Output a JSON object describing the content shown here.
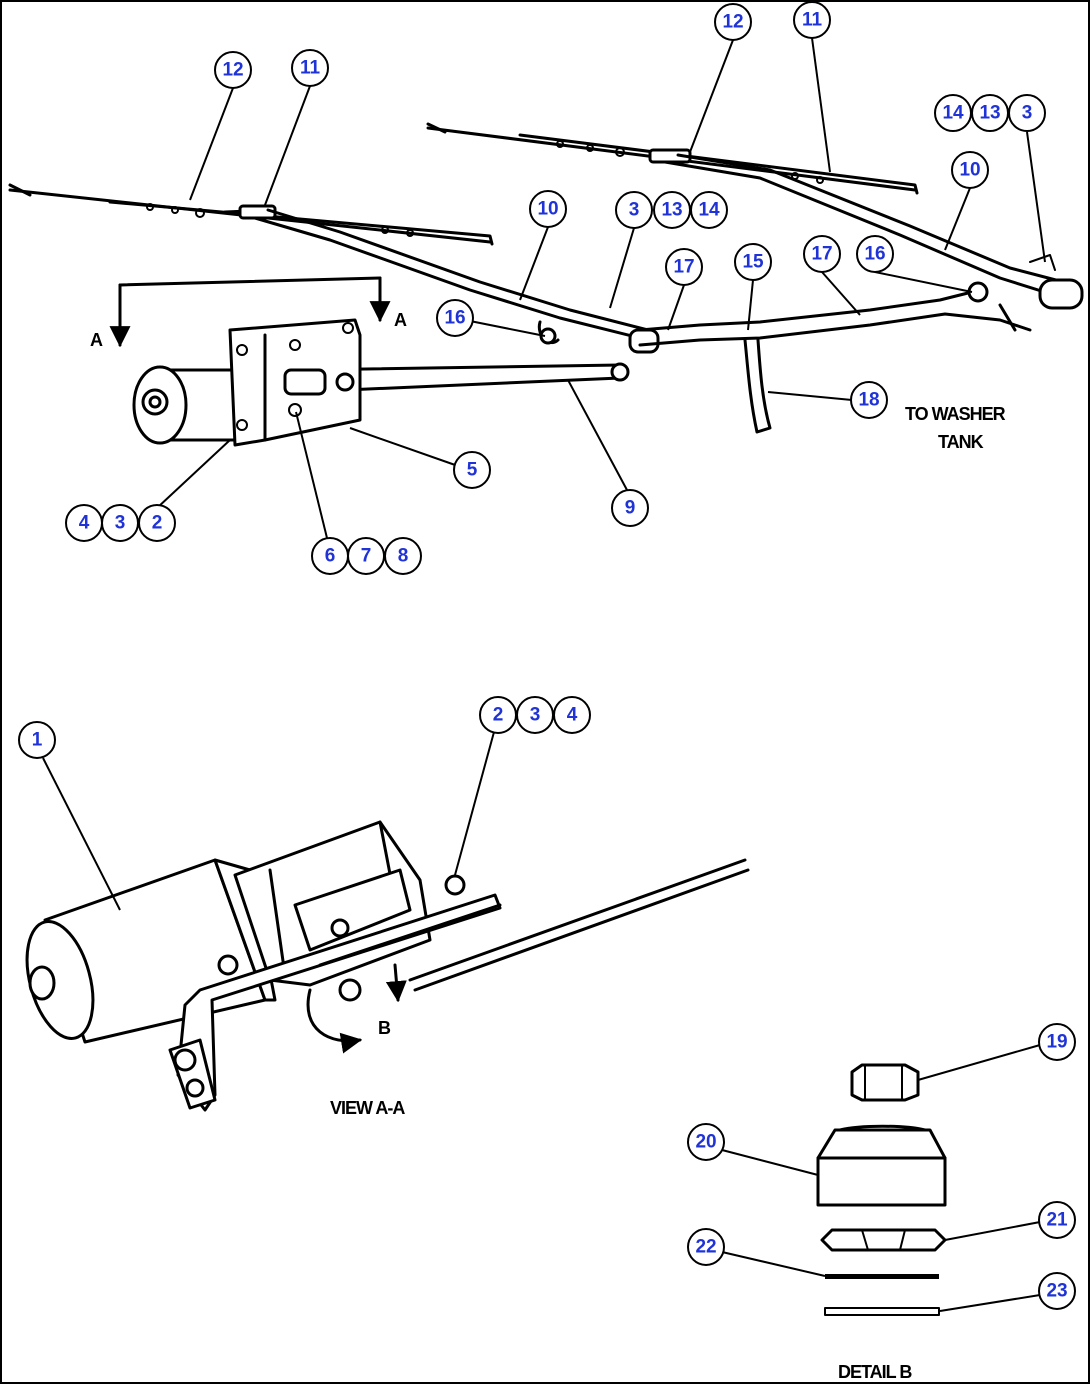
{
  "callouts": {
    "a_12": "12",
    "a_11": "11",
    "b_12": "12",
    "b_11": "11",
    "c_14": "14",
    "c_13": "13",
    "c_3": "3",
    "d_10": "10",
    "e_10": "10",
    "f_3": "3",
    "f_13": "13",
    "f_14": "14",
    "g_17": "17",
    "h_15": "15",
    "i_17": "17",
    "j_16": "16",
    "k_16": "16",
    "l_18": "18",
    "m_5": "5",
    "n_9": "9",
    "o_4": "4",
    "o_3": "3",
    "o_2": "2",
    "p_6": "6",
    "p_7": "7",
    "p_8": "8",
    "q_1": "1",
    "r_2": "2",
    "r_3": "3",
    "r_4": "4",
    "s_19": "19",
    "s_20": "20",
    "s_21": "21",
    "s_22": "22",
    "s_23": "23"
  },
  "labels": {
    "washer_line1": "TO WASHER",
    "washer_line2": "TANK",
    "section_a_left": "A",
    "section_a_right": "A",
    "view_aa": "VIEW A-A",
    "detail_b_marker": "B",
    "detail_b": "DETAIL B"
  }
}
